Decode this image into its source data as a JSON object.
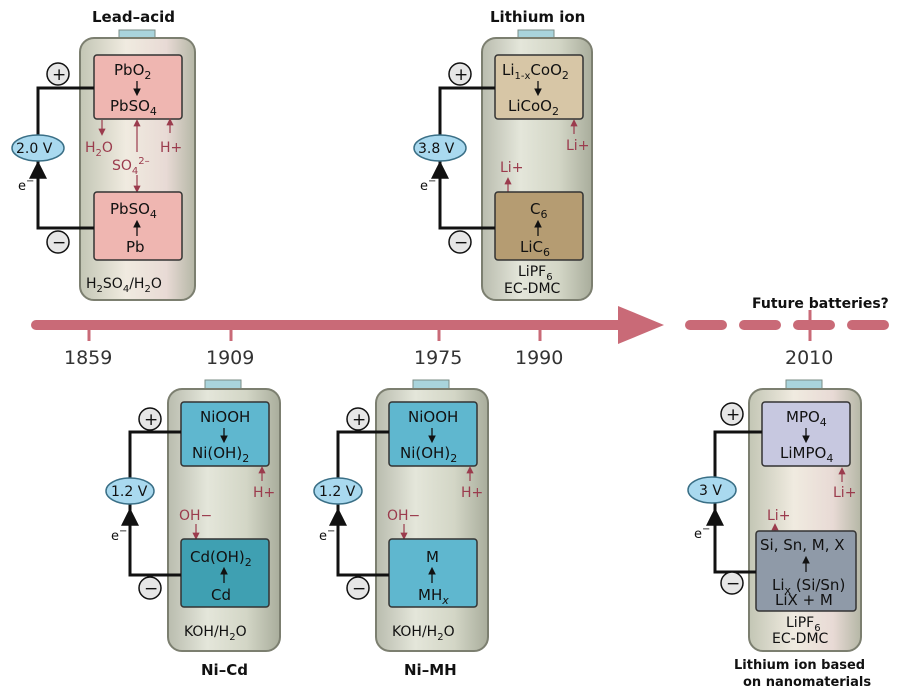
{
  "batteries": {
    "lead_acid": {
      "title": "Lead–acid",
      "top_a": "PbO",
      "top_a_sub": "2",
      "top_b": "PbSO",
      "top_b_sub": "4",
      "bot_a": "PbSO",
      "bot_a_sub": "4",
      "bot_b": "Pb",
      "ion_left": "H",
      "ion_left_sub": "2",
      "ion_left_tail": "O",
      "ion_right": "H+",
      "ion_mid": "SO",
      "ion_mid_sub": "4",
      "ion_mid_sup": "2–",
      "electrolyte": "H",
      "electrolyte_sub1": "2",
      "electrolyte_mid": "SO",
      "electrolyte_sub2": "4",
      "electrolyte_tail": "/H",
      "electrolyte_sub3": "2",
      "electrolyte_end": "O",
      "voltage": "2.0 V",
      "electron": "e",
      "plus": "+",
      "minus": "−"
    },
    "lithium_ion": {
      "title": "Lithium ion",
      "top_a": "Li",
      "top_a_sub": "1-x",
      "top_a_tail": "CoO",
      "top_a_sub2": "2",
      "top_b": "LiCoO",
      "top_b_sub": "2",
      "bot_a": "C",
      "bot_a_sub": "6",
      "bot_b": "LiC",
      "bot_b_sub": "6",
      "ion_top": "Li+",
      "ion_bot": "Li+",
      "electrolyte1": "LiPF",
      "electrolyte1_sub": "6",
      "electrolyte2": "EC-DMC",
      "voltage": "3.8 V",
      "electron": "e",
      "plus": "+",
      "minus": "−"
    },
    "ni_cd": {
      "title": "Ni–Cd",
      "top_a": "NiOOH",
      "top_b": "Ni(OH)",
      "top_b_sub": "2",
      "bot_a": "Cd(OH)",
      "bot_a_sub": "2",
      "bot_b": "Cd",
      "ion_top": "H+",
      "ion_bot": "OH−",
      "electrolyte": "KOH/H",
      "electrolyte_sub": "2",
      "electrolyte_end": "O",
      "voltage": "1.2 V",
      "electron": "e",
      "plus": "+",
      "minus": "−"
    },
    "ni_mh": {
      "title": "Ni–MH",
      "top_a": "NiOOH",
      "top_b": "Ni(OH)",
      "top_b_sub": "2",
      "bot_a": "M",
      "bot_b": "MH",
      "bot_b_sub": "x",
      "ion_top": "H+",
      "ion_bot": "OH−",
      "electrolyte": "KOH/H",
      "electrolyte_sub": "2",
      "electrolyte_end": "O",
      "voltage": "1.2 V",
      "electron": "e",
      "plus": "+",
      "minus": "−"
    },
    "nano": {
      "title1": "Lithium ion based",
      "title2": "on nanomaterials",
      "top_a": "MPO",
      "top_a_sub": "4",
      "top_b": "LiMPO",
      "top_b_sub": "4",
      "bot_a": "Si, Sn, M, X",
      "bot_b": "Li",
      "bot_b_sub": "x",
      "bot_b_tail": " (Si/Sn)",
      "bot_c": "LiX + M",
      "ion_top": "Li+",
      "ion_bot": "Li+",
      "electrolyte1": "LiPF",
      "electrolyte1_sub": "6",
      "electrolyte2": "EC-DMC",
      "voltage": "3 V",
      "electron": "e",
      "plus": "+",
      "minus": "−"
    }
  },
  "timeline": {
    "years": [
      "1859",
      "1909",
      "1975",
      "1990",
      "2010"
    ],
    "future_label": "Future batteries?"
  },
  "colors": {
    "arrow": "#c96a77",
    "lead_cell": "#efb6b1",
    "li_cell": "#d7c6a6",
    "ni_cell": "#5fb7cf",
    "nano_top": "#c7c8e0",
    "nano_bot": "#8f9aa8",
    "voltage": "#a9d9ef",
    "ion": "#9b3b4d"
  }
}
